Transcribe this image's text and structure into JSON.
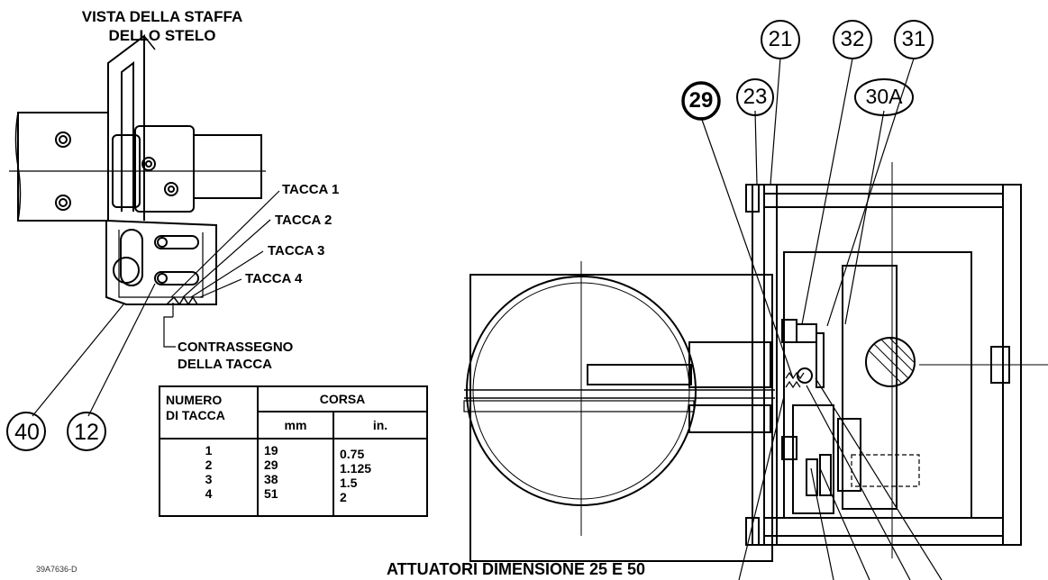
{
  "title_line1": "VISTA DELLA STAFFA",
  "title_line2": "DELLO STELO",
  "tacche": [
    "TACCA 1",
    "TACCA 2",
    "TACCA 3",
    "TACCA 4"
  ],
  "contrassegno_line1": "CONTRASSEGNO",
  "contrassegno_line2": "DELLA TACCA",
  "callouts": {
    "c40": "40",
    "c12": "12",
    "c21": "21",
    "c32": "32",
    "c31": "31",
    "c29": "29",
    "c23": "23",
    "c30a": "30A"
  },
  "table": {
    "numero_line1": "NUMERO",
    "numero_line2": "DI TACCA",
    "corsa": "CORSA",
    "mm": "mm",
    "in": "in.",
    "numbers": [
      "1",
      "2",
      "3",
      "4"
    ],
    "mm_values": [
      "19",
      "29",
      "38",
      "51"
    ],
    "in_values": [
      "0.75",
      "1.125",
      "1.5",
      "2"
    ]
  },
  "drawing_id": "39A7636-D",
  "bottom_title": "ATTUATORI DIMENSIONE 25 E 50"
}
